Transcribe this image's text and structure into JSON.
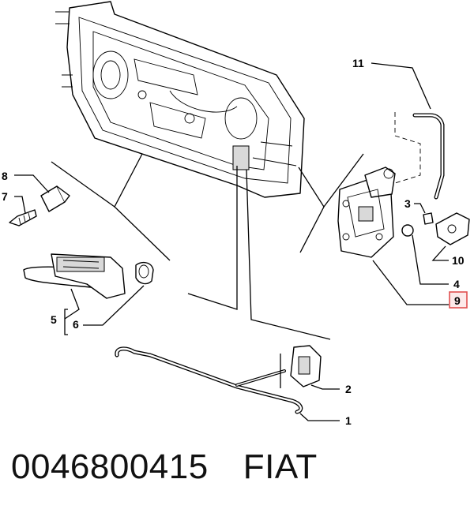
{
  "callouts": {
    "c1": "1",
    "c2": "2",
    "c3": "3",
    "c4": "4",
    "c5": "5",
    "c6": "6",
    "c7": "7",
    "c8": "8",
    "c9": "9",
    "c10": "10",
    "c11": "11"
  },
  "highlighted_callout": "9",
  "highlight_color": "#e05050",
  "footer": {
    "part_number": "0046800415",
    "brand": "FIAT"
  }
}
